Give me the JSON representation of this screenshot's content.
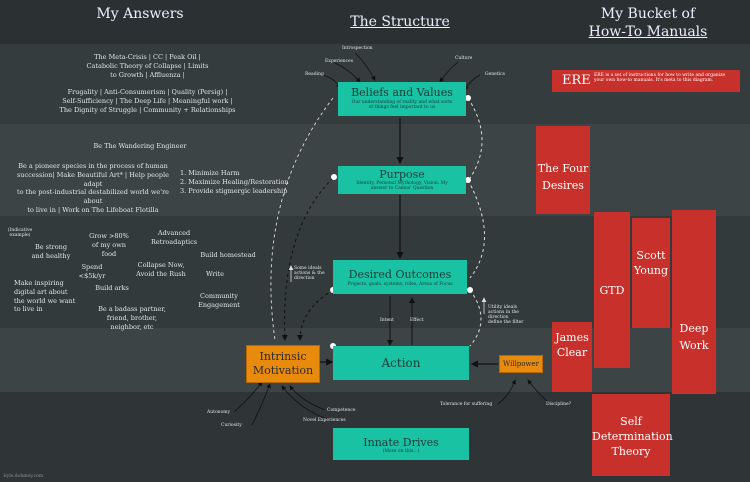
{
  "headers": {
    "left": "My Answers",
    "center": "The Structure",
    "right_line1": "My Bucket of",
    "right_line2": "How-To Manuals"
  },
  "answers": {
    "block1": [
      "The Meta-Crisis | CC | Peak Oil |",
      "Catabolic Theory of Collapse | Limits",
      "to Growth | Affluenza |"
    ],
    "block2": [
      "Frugality | Anti-Consumerism | Quality (Persig) |",
      "Self-Sufficiency | The Deep Life | Meaningful work |",
      "The Dignity of Struggle | Community + Relationships"
    ],
    "wandering": "Be The Wandering Engineer",
    "purpose": [
      "Be a pioneer species in the process of human",
      "succession| Make Beautiful Art* | Help people adapt",
      "to the post-industrial destabilized world we're about",
      "to live in | Work on The Lifeboat Flotilla"
    ],
    "list": [
      "1. Minimize Harm",
      "2. Maximize Healing/Restoration",
      "3. Provide stigmergic leadership"
    ],
    "indicative": "(Indicative example)",
    "outcomes": {
      "strong": "Be strong and healthy",
      "grow": "Grow >80% of my own food",
      "retro": "Advanced Retroadaptics",
      "homestead": "Build homestead",
      "spend": "Spend <$5k/yr",
      "collapse": "Collapse Now, Avoid the Rush",
      "write": "Write",
      "digital": "Make inspiring digital art about the world we want to live in",
      "arks": "Build arks",
      "community": "Community Engagement",
      "badass": "Be a badass partner, friend, brother, neighbor, etc"
    }
  },
  "structure": {
    "top_labels": {
      "introspection": "Introspection",
      "experiences": "Experiences",
      "culture": "Culture",
      "reading": "Reading",
      "genetics": "Genetics"
    },
    "beliefs": {
      "title": "Beliefs and Values",
      "sub": "Our understanding of reality and what sorts of things feel important to us"
    },
    "purpose": {
      "title": "Purpose",
      "sub": "Identity, Personal Mythology, Vision. My answer to Camus' Question"
    },
    "outcomes": {
      "title": "Desired Outcomes",
      "sub": "Projects, goals, systems, roles, Areas of Focus"
    },
    "action": {
      "title": "Action"
    },
    "intrinsic": {
      "title": "Intrinsic Motivation"
    },
    "willpower": {
      "title": "Willpower"
    },
    "drives": {
      "title": "Innate Drives",
      "sub": "(More on this...)"
    },
    "labels": {
      "intent": "Intent",
      "effect": "Effect",
      "left_note": "Some ideals actions & the direction",
      "right_note": "Utility ideals actions in the direction define the filter",
      "autonomy": "Autonomy",
      "curiosity": "Curiosity",
      "competence": "Competence",
      "novel": "Novel Experiences",
      "tolerance": "Tolerance for suffering",
      "discipline": "Discipline?"
    }
  },
  "manuals": {
    "ere_title": "ERE",
    "ere_sub": "ERE is a set of instructions for how to write and organize your own how-to manuals. It's meta to this diagram.",
    "four_desires": "The Four Desires",
    "gtd": "GTD",
    "scott_young": "Scott Young",
    "deep_work": "Deep Work",
    "james_clear": "James Clear",
    "sdt": "Self Determination Theory"
  },
  "footer": "kyle.dohmey.com"
}
